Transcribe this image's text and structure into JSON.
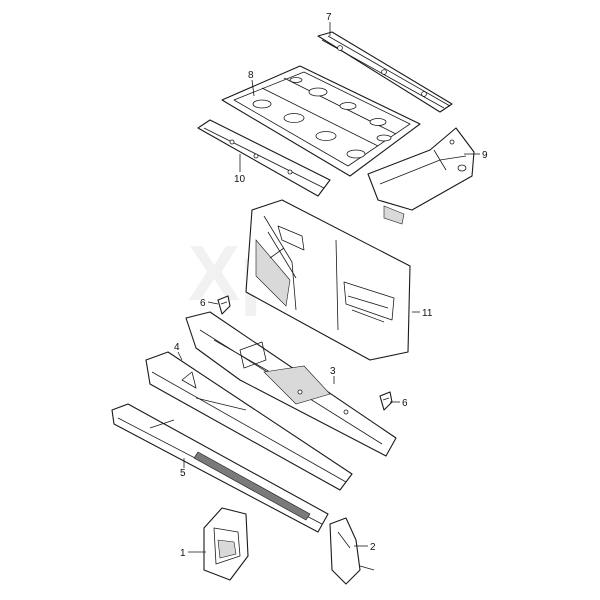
{
  "watermark": "Xpars",
  "callouts": {
    "c1": "1",
    "c2": "2",
    "c3": "3",
    "c4": "4",
    "c5": "5",
    "c6a": "6",
    "c6b": "6",
    "c7": "7",
    "c8": "8",
    "c9": "9",
    "c10": "10",
    "c11": "11"
  }
}
